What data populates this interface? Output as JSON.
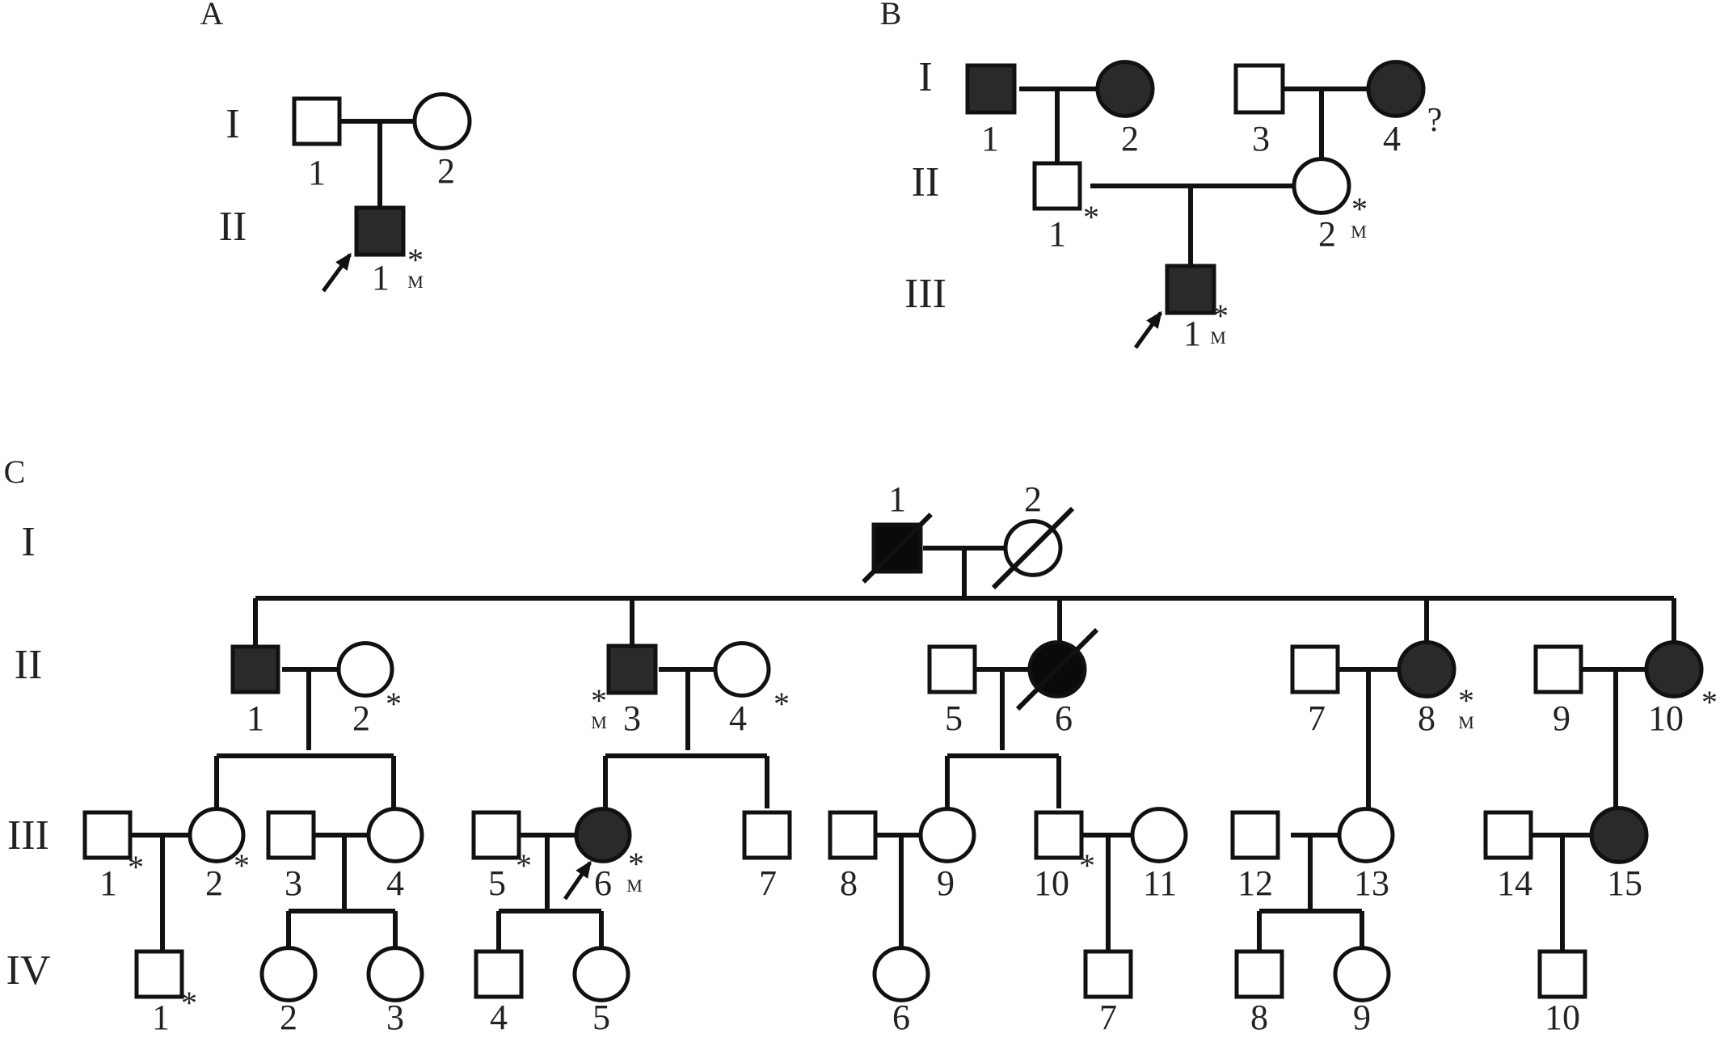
{
  "colors": {
    "line": "#111111",
    "affected": "#2a2a2a",
    "affected_deceased": "#0a0a0a",
    "text": "#222222"
  },
  "panels": [
    {
      "letter": "A",
      "generations": [
        "I",
        "II"
      ],
      "individuals": [
        {
          "gen": "I",
          "num": "1",
          "sex": "male",
          "affected": false
        },
        {
          "gen": "I",
          "num": "2",
          "sex": "female",
          "affected": false
        },
        {
          "gen": "II",
          "num": "1",
          "sex": "male",
          "affected": true,
          "proband": true,
          "tested": "*",
          "mutation": "M"
        }
      ]
    },
    {
      "letter": "B",
      "generations": [
        "I",
        "II",
        "III"
      ],
      "individuals": [
        {
          "gen": "I",
          "num": "1",
          "sex": "male",
          "affected": true
        },
        {
          "gen": "I",
          "num": "2",
          "sex": "female",
          "affected": true
        },
        {
          "gen": "I",
          "num": "3",
          "sex": "male",
          "affected": false
        },
        {
          "gen": "I",
          "num": "4",
          "sex": "female",
          "affected": true,
          "uncertain": "?"
        },
        {
          "gen": "II",
          "num": "1",
          "sex": "male",
          "affected": false,
          "tested": "*"
        },
        {
          "gen": "II",
          "num": "2",
          "sex": "female",
          "affected": false,
          "tested": "*",
          "mutation": "M"
        },
        {
          "gen": "III",
          "num": "1",
          "sex": "male",
          "affected": true,
          "proband": true,
          "tested": "*",
          "mutation": "M"
        }
      ]
    },
    {
      "letter": "C",
      "generations": [
        "I",
        "II",
        "III",
        "IV"
      ],
      "individuals": [
        {
          "gen": "I",
          "num": "1",
          "sex": "male",
          "affected": true,
          "deceased": true
        },
        {
          "gen": "I",
          "num": "2",
          "sex": "female",
          "affected": false,
          "deceased": true
        },
        {
          "gen": "II",
          "num": "1",
          "sex": "male",
          "affected": true
        },
        {
          "gen": "II",
          "num": "2",
          "sex": "female",
          "affected": false,
          "tested": "*"
        },
        {
          "gen": "II",
          "num": "3",
          "sex": "male",
          "affected": true,
          "tested": "*",
          "mutation": "M"
        },
        {
          "gen": "II",
          "num": "4",
          "sex": "female",
          "affected": false,
          "tested": "*"
        },
        {
          "gen": "II",
          "num": "5",
          "sex": "male",
          "affected": false
        },
        {
          "gen": "II",
          "num": "6",
          "sex": "female",
          "affected": true,
          "deceased": true
        },
        {
          "gen": "II",
          "num": "7",
          "sex": "male",
          "affected": false
        },
        {
          "gen": "II",
          "num": "8",
          "sex": "female",
          "affected": true,
          "tested": "*",
          "mutation": "M"
        },
        {
          "gen": "II",
          "num": "9",
          "sex": "male",
          "affected": false
        },
        {
          "gen": "II",
          "num": "10",
          "sex": "female",
          "affected": true,
          "tested": "*"
        },
        {
          "gen": "III",
          "num": "1",
          "sex": "male",
          "affected": false,
          "tested": "*"
        },
        {
          "gen": "III",
          "num": "2",
          "sex": "female",
          "affected": false,
          "tested": "*"
        },
        {
          "gen": "III",
          "num": "3",
          "sex": "male",
          "affected": false
        },
        {
          "gen": "III",
          "num": "4",
          "sex": "female",
          "affected": false
        },
        {
          "gen": "III",
          "num": "5",
          "sex": "male",
          "affected": false,
          "tested": "*"
        },
        {
          "gen": "III",
          "num": "6",
          "sex": "female",
          "affected": true,
          "proband": true,
          "tested": "*",
          "mutation": "M"
        },
        {
          "gen": "III",
          "num": "7",
          "sex": "male",
          "affected": false
        },
        {
          "gen": "III",
          "num": "8",
          "sex": "male",
          "affected": false
        },
        {
          "gen": "III",
          "num": "9",
          "sex": "female",
          "affected": false
        },
        {
          "gen": "III",
          "num": "10",
          "sex": "male",
          "affected": false,
          "tested": "*"
        },
        {
          "gen": "III",
          "num": "11",
          "sex": "female",
          "affected": false
        },
        {
          "gen": "III",
          "num": "12",
          "sex": "male",
          "affected": false
        },
        {
          "gen": "III",
          "num": "13",
          "sex": "female",
          "affected": false
        },
        {
          "gen": "III",
          "num": "14",
          "sex": "male",
          "affected": false
        },
        {
          "gen": "III",
          "num": "15",
          "sex": "female",
          "affected": true
        },
        {
          "gen": "IV",
          "num": "1",
          "sex": "male",
          "affected": false,
          "tested": "*"
        },
        {
          "gen": "IV",
          "num": "2",
          "sex": "female",
          "affected": false
        },
        {
          "gen": "IV",
          "num": "3",
          "sex": "female",
          "affected": false
        },
        {
          "gen": "IV",
          "num": "4",
          "sex": "male",
          "affected": false
        },
        {
          "gen": "IV",
          "num": "5",
          "sex": "female",
          "affected": false
        },
        {
          "gen": "IV",
          "num": "6",
          "sex": "female",
          "affected": false
        },
        {
          "gen": "IV",
          "num": "7",
          "sex": "male",
          "affected": false
        },
        {
          "gen": "IV",
          "num": "8",
          "sex": "male",
          "affected": false
        },
        {
          "gen": "IV",
          "num": "9",
          "sex": "female",
          "affected": false
        },
        {
          "gen": "IV",
          "num": "10",
          "sex": "male",
          "affected": false
        }
      ]
    }
  ]
}
